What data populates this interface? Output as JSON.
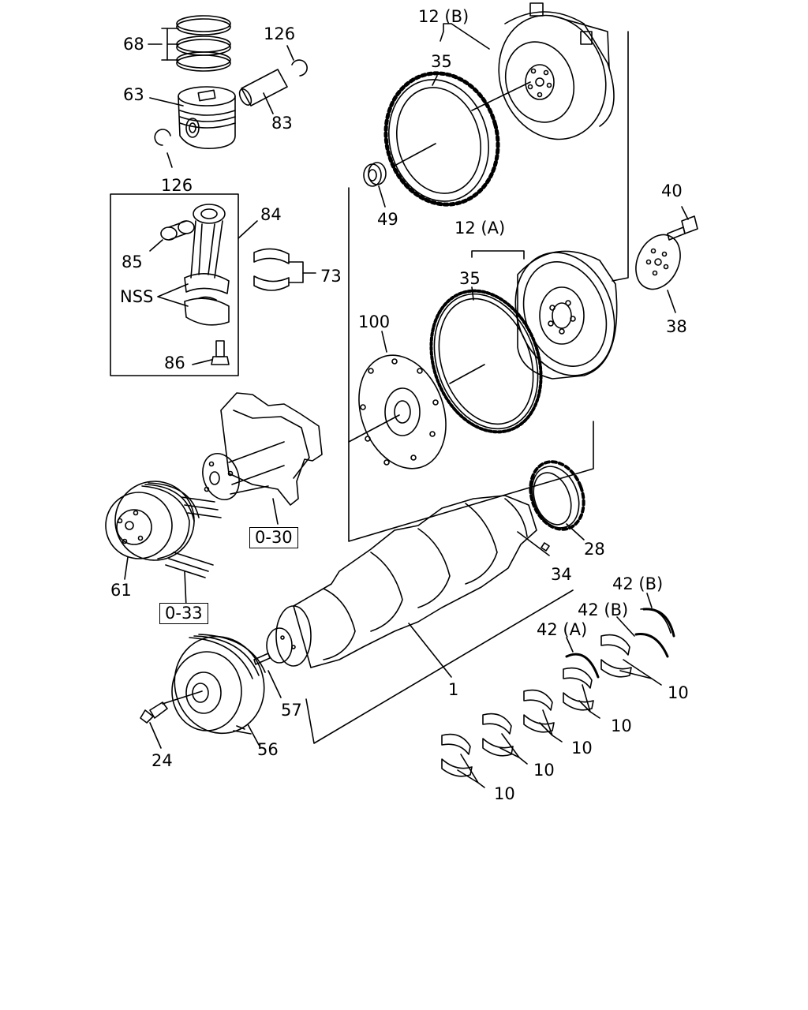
{
  "labels": {
    "p68": "68",
    "p126a": "126",
    "p63": "63",
    "p83": "83",
    "p126b": "126",
    "p12b": "12 (B)",
    "p35a": "35",
    "p49": "49",
    "p84": "84",
    "p85": "85",
    "p73": "73",
    "nss": "NSS",
    "p86": "86",
    "p12a": "12 (A)",
    "p35b": "35",
    "p40": "40",
    "p38": "38",
    "p100": "100",
    "ref030": "0-30",
    "p61": "61",
    "ref033": "0-33",
    "p28": "28",
    "p34": "34",
    "p42b1": "42 (B)",
    "p42b2": "42 (B)",
    "p42a": "42 (A)",
    "p1": "1",
    "p10a": "10",
    "p10b": "10",
    "p10c": "10",
    "p10d": "10",
    "p10e": "10",
    "p57": "57",
    "p24": "24",
    "p56": "56"
  }
}
